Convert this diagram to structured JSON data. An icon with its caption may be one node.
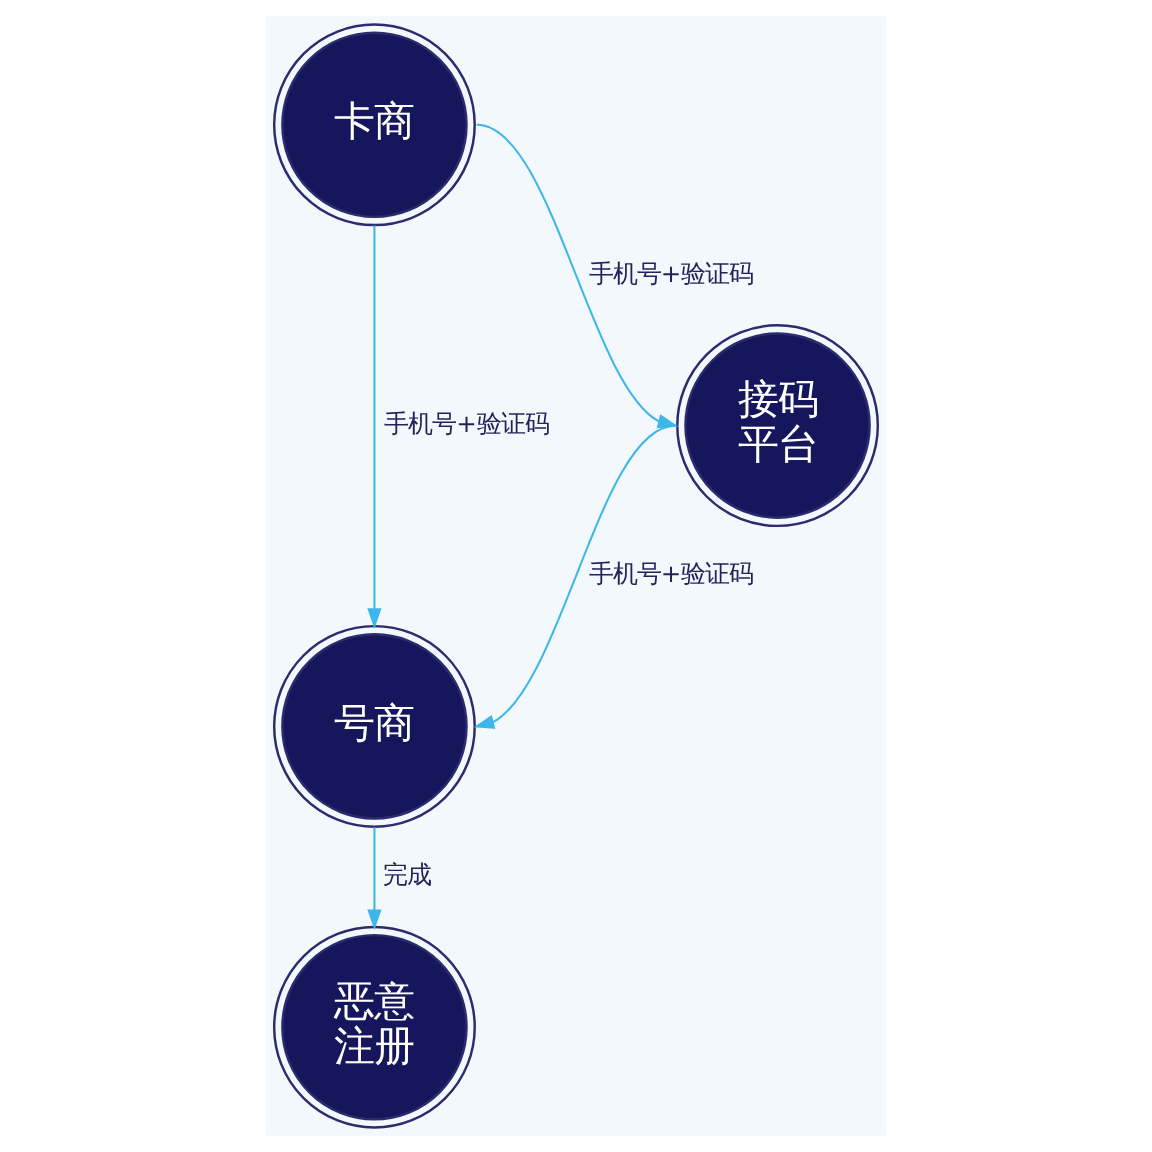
{
  "diagram": {
    "nodes": [
      {
        "text": [
          "卡商"
        ]
      },
      {
        "text": [
          "接码平台"
        ]
      },
      {
        "text": [
          "号商"
        ]
      },
      {
        "text": [
          "恶意注册"
        ]
      }
    ],
    "edges": [
      {
        "from": 0,
        "to": 1,
        "arrow": "to",
        "label": "手机号+验证码"
      },
      {
        "from": 0,
        "to": 2,
        "arrow": "to",
        "label": "手机号+验证码"
      },
      {
        "from": 1,
        "to": 2,
        "arrow": "to",
        "label": "手机号+验证码"
      },
      {
        "from": 2,
        "to": 3,
        "arrow": "to",
        "label": "完成"
      }
    ]
  }
}
